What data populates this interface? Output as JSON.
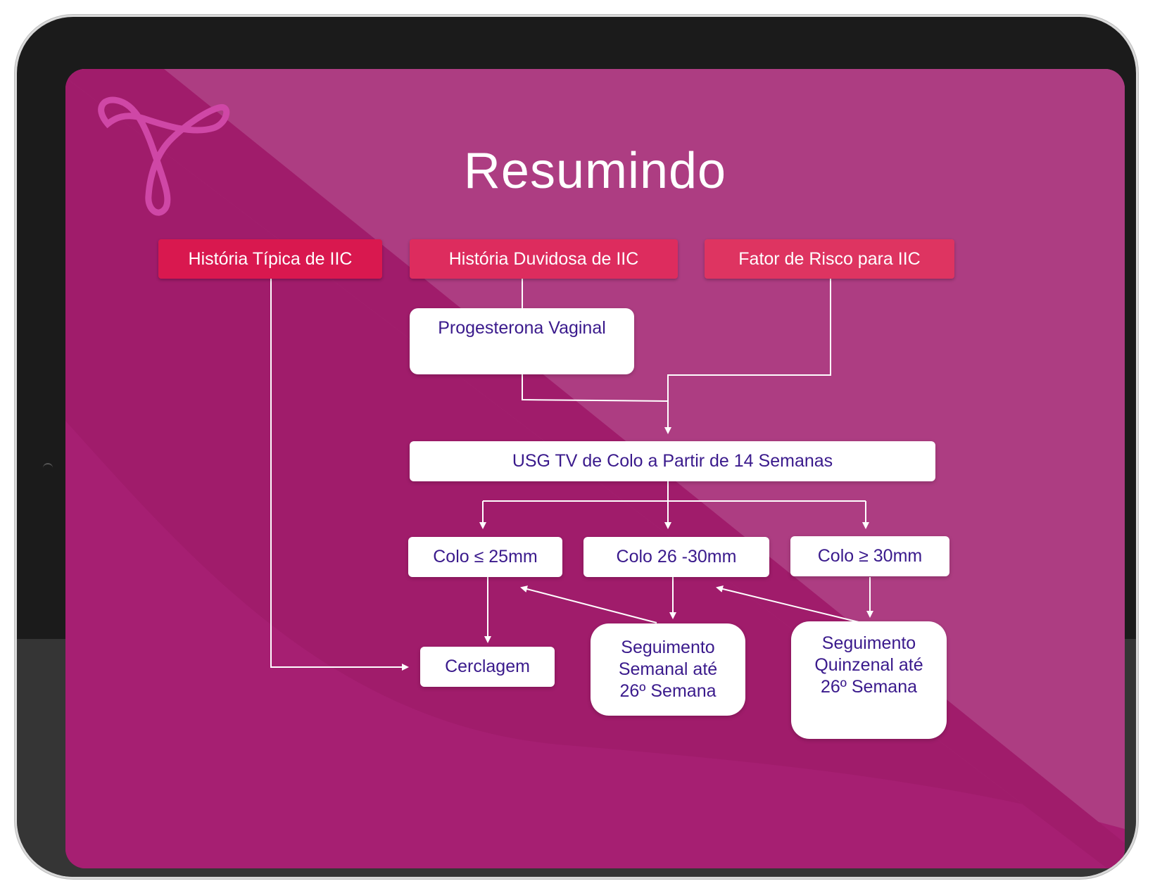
{
  "slide": {
    "title": "Resumindo"
  },
  "colors": {
    "background_main": "#a01c6b",
    "background_light": "#b04585",
    "header_box_1": "#d9184f",
    "header_box_2": "#dd2c5e",
    "header_box_3": "#de3461",
    "box_text": "#3a1a8c",
    "logo": "#d04aa8"
  },
  "logo": {
    "icon": "triple-loop-logo-icon"
  },
  "flowchart": {
    "headers": {
      "historia_tipica": "História Típica de IIC",
      "historia_duvidosa": "História Duvidosa de IIC",
      "fator_risco": "Fator de Risco para IIC"
    },
    "progesterona": "Progesterona Vaginal",
    "usg": "USG TV de Colo a Partir de 14 Semanas",
    "colo": {
      "menor_25": "Colo ≤ 25mm",
      "entre_26_30": "Colo 26 -30mm",
      "maior_30": "Colo ≥ 30mm"
    },
    "cerclagem": "Cerclagem",
    "seguimento_semanal": {
      "line1": "Seguimento",
      "line2": "Semanal até",
      "line3": "26º Semana"
    },
    "seguimento_quinzenal": {
      "line1": "Seguimento",
      "line2": "Quinzenal até",
      "line3": "26º Semana"
    }
  }
}
